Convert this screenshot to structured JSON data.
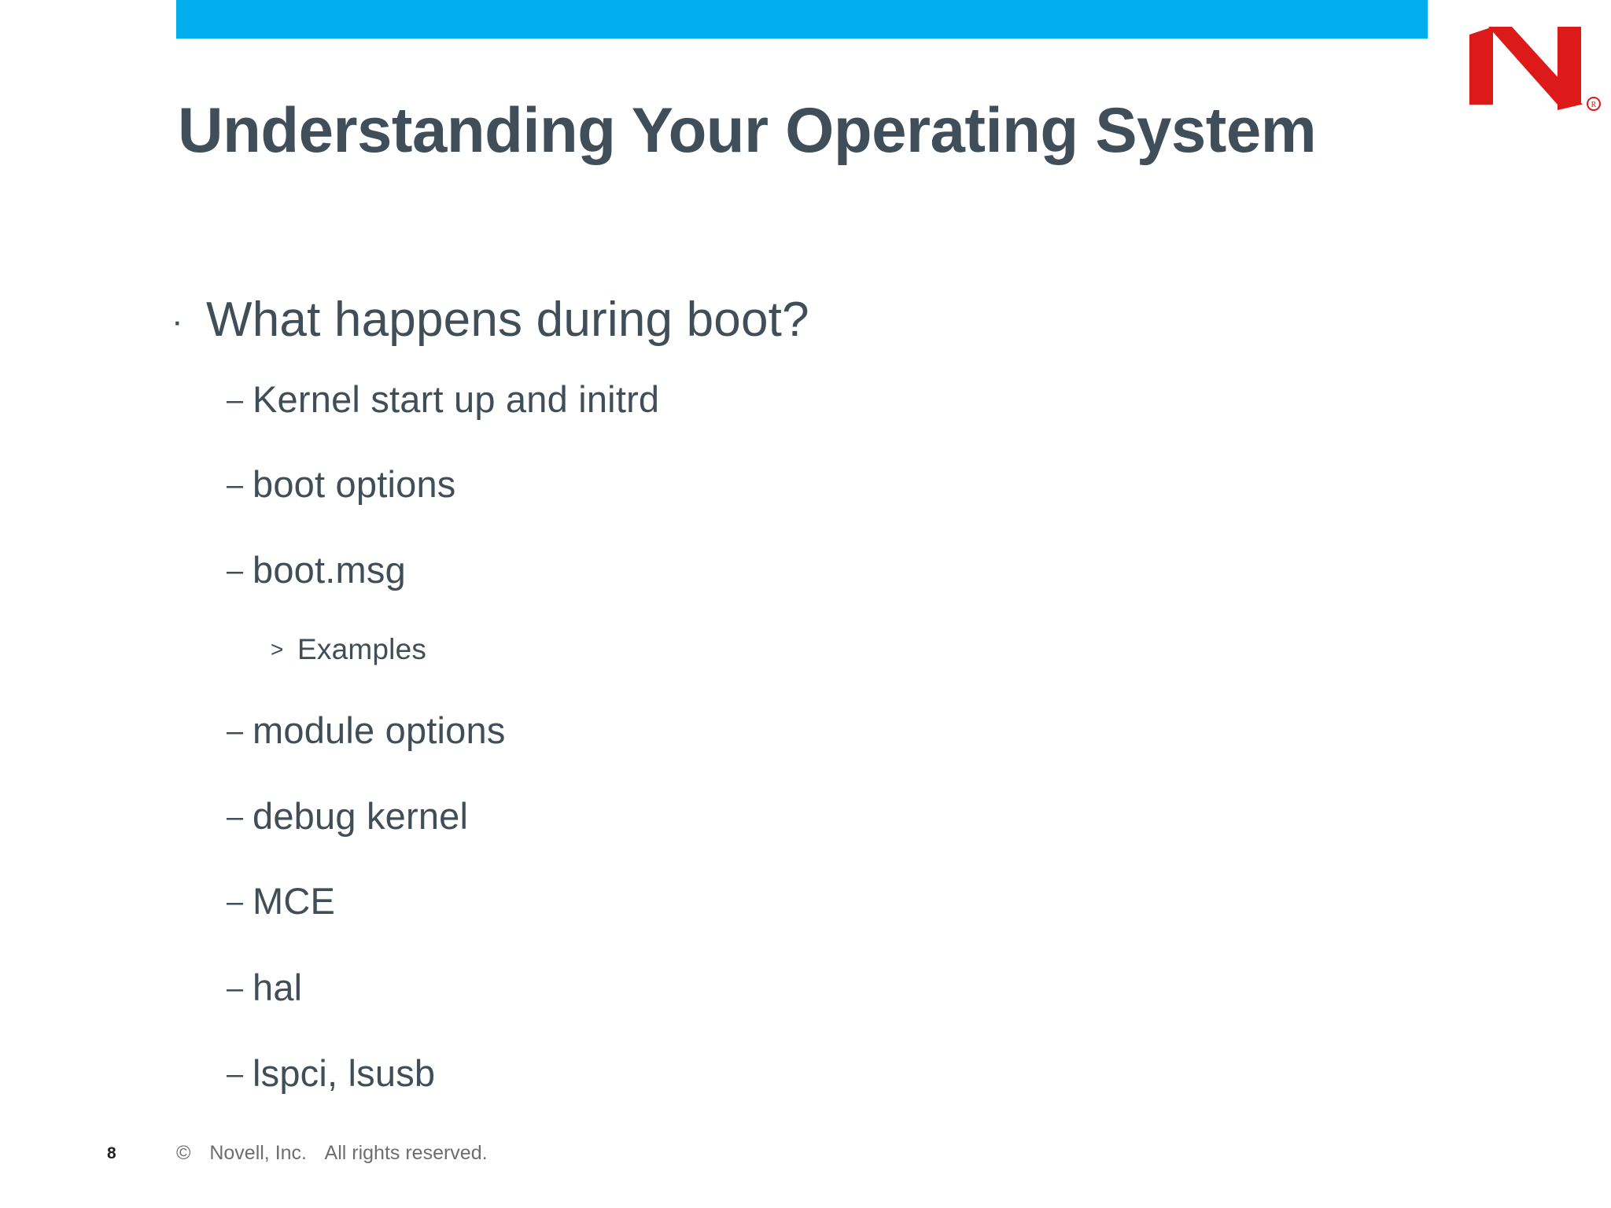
{
  "slide": {
    "title": "Understanding Your Operating System",
    "accent_bar_color": "#02ADEE",
    "title_color": "#3F4E58",
    "body_text_color": "#404E58",
    "background_color": "#FFFFFF"
  },
  "logo": {
    "name": "novell-logo",
    "letter": "N",
    "registered_mark": "®",
    "color": "#DD1A1A"
  },
  "content": {
    "level1": {
      "marker": "·",
      "text": "What happens during boot?"
    },
    "items": [
      {
        "marker": "–",
        "text": "Kernel start up and initrd",
        "level": 2
      },
      {
        "marker": "–",
        "text": "boot options",
        "level": 2
      },
      {
        "marker": "–",
        "text": "boot.msg",
        "level": 2
      },
      {
        "marker": ">",
        "text": "Examples",
        "level": 3
      },
      {
        "marker": "–",
        "text": "module options",
        "level": 2
      },
      {
        "marker": "–",
        "text": "debug kernel",
        "level": 2
      },
      {
        "marker": "–",
        "text": "MCE",
        "level": 2
      },
      {
        "marker": "–",
        "text": "hal",
        "level": 2
      },
      {
        "marker": "–",
        "text": "lspci, lsusb",
        "level": 2
      }
    ]
  },
  "footer": {
    "page_number": "8",
    "copyright_symbol": "©",
    "company": "Novell, Inc.",
    "rights": "All rights reserved.",
    "text_color": "#6E6E6E"
  }
}
